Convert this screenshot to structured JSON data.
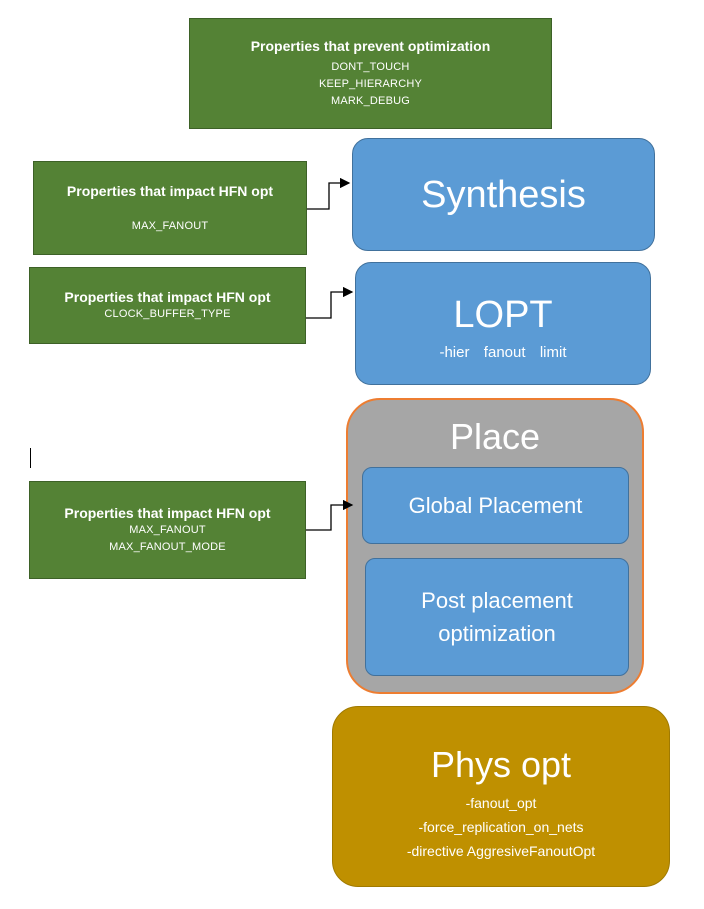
{
  "prevent_box": {
    "title": "Properties that prevent optimization",
    "lines": [
      "DONT_TOUCH",
      "KEEP_HIERARCHY",
      "MARK_DEBUG"
    ]
  },
  "hfn_box_synth": {
    "title": "Properties that impact HFN opt",
    "lines": [
      "MAX_FANOUT"
    ]
  },
  "hfn_box_lopt": {
    "title": "Properties that impact HFN opt",
    "lines": [
      "CLOCK_BUFFER_TYPE"
    ]
  },
  "hfn_box_place": {
    "title": "Properties that impact HFN opt",
    "lines": [
      "MAX_FANOUT",
      "MAX_FANOUT_MODE"
    ]
  },
  "synthesis": {
    "title": "Synthesis"
  },
  "lopt": {
    "title": "LOPT",
    "option": "-hier  fanout  limit"
  },
  "place": {
    "title": "Place",
    "steps": [
      "Global Placement",
      "Post placement optimization"
    ]
  },
  "phys_opt": {
    "title": "Phys opt",
    "options": [
      "-fanout_opt",
      "-force_replication_on_nets",
      "-directive AggresiveFanoutOpt"
    ]
  },
  "colors": {
    "property_box": "#548235",
    "stage_box": "#5b9bd5",
    "place_container": "#a6a6a6",
    "place_border": "#ed7d31",
    "phys_opt_box": "#bf9000"
  }
}
